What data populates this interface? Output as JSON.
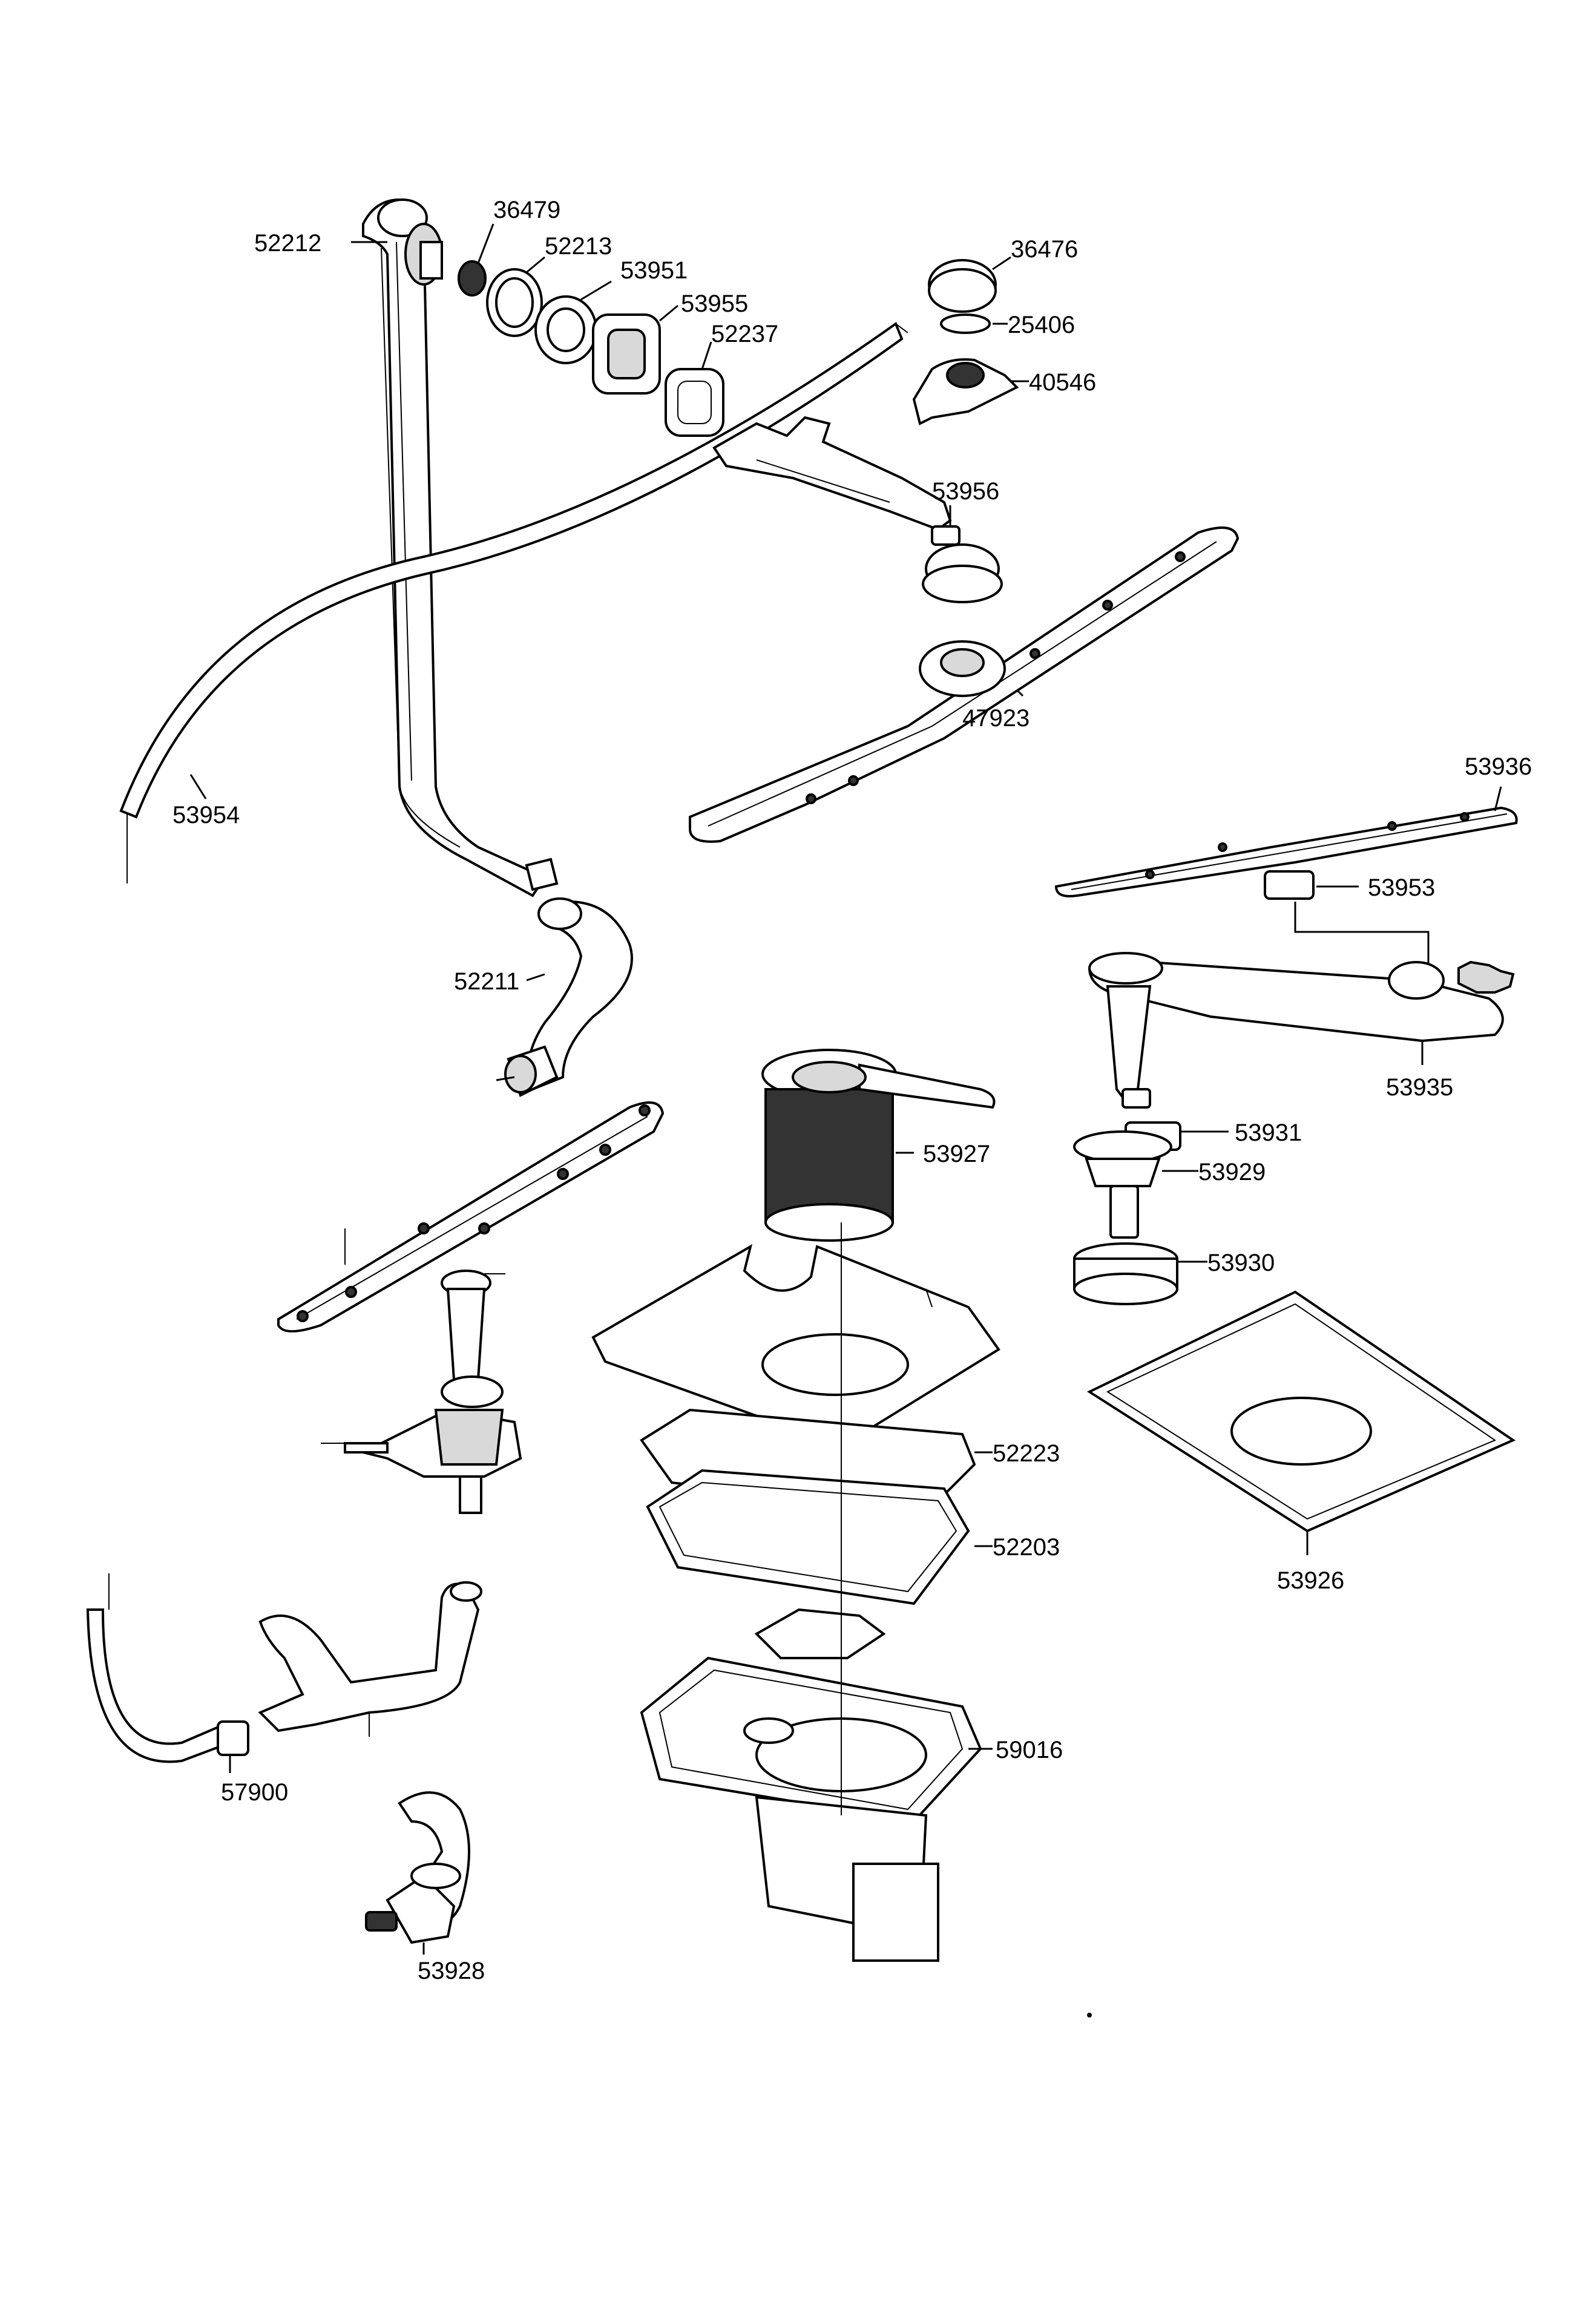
{
  "labels": {
    "l52212": "52212",
    "l36479": "36479",
    "l52213": "52213",
    "l53951": "53951",
    "l53955": "53955",
    "l52237": "52237",
    "l36476": "36476",
    "l25406": "25406",
    "l40546": "40546",
    "l53956": "53956",
    "l47923": "47923",
    "l53954": "53954",
    "l53936": "53936",
    "l53953": "53953",
    "l52211": "52211",
    "l53935": "53935",
    "l53927": "53927",
    "l53931": "53931",
    "l53929": "53929",
    "l53930": "53930",
    "l52223": "52223",
    "l52203": "52203",
    "l53926": "53926",
    "l59016": "59016",
    "l57900": "57900",
    "l53928": "53928"
  }
}
